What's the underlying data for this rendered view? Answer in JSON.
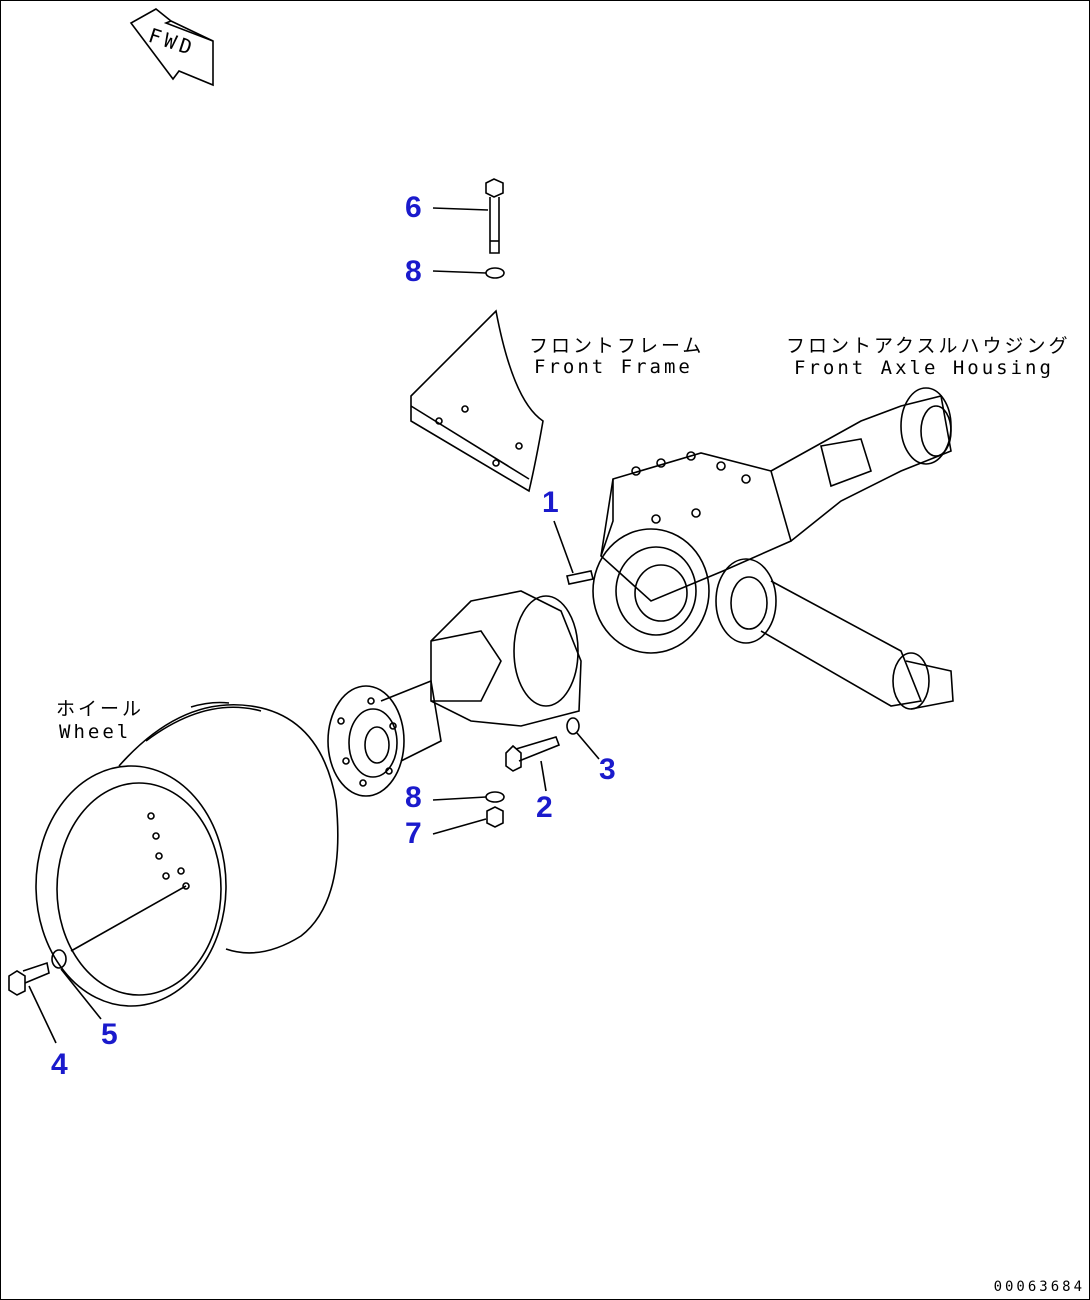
{
  "fwd_label": "FWD",
  "drawing_number": "00063684",
  "labels": {
    "front_frame_jp": "フロントフレーム",
    "front_frame_en": "Front Frame",
    "front_axle_housing_jp": "フロントアクスルハウジング",
    "front_axle_housing_en": "Front Axle Housing",
    "wheel_jp": "ホイール",
    "wheel_en": "Wheel"
  },
  "callouts": [
    "1",
    "2",
    "3",
    "4",
    "5",
    "6",
    "7",
    "8",
    "8"
  ],
  "colors": {
    "callout": "#1a1acc",
    "line": "#000000"
  }
}
